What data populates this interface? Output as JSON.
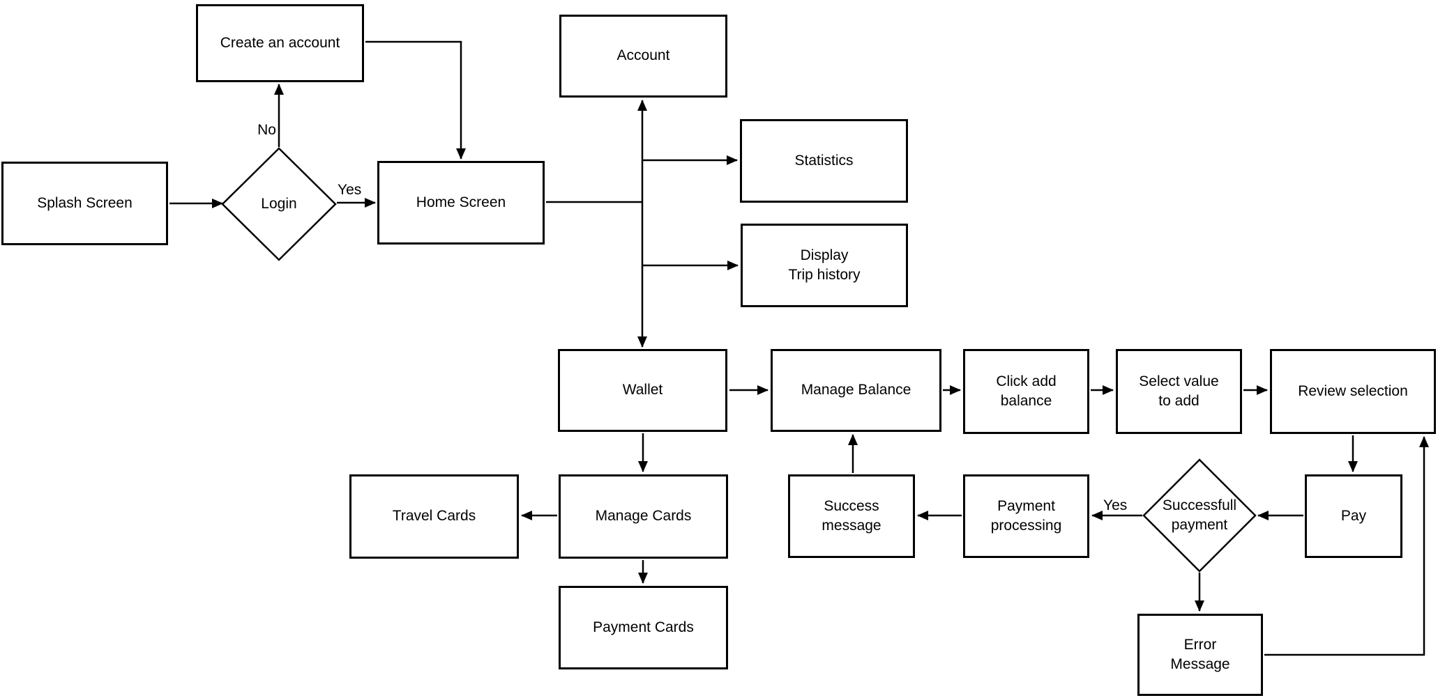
{
  "diagram": {
    "type": "flowchart",
    "colors": {
      "stroke": "#000000",
      "node_fill": "#ffffff",
      "background": "#ffffff",
      "text": "#000000"
    },
    "nodes": {
      "splash_screen": {
        "label": "Splash Screen",
        "shape": "rectangle"
      },
      "login": {
        "label": "Login",
        "shape": "diamond"
      },
      "create_account": {
        "label": "Create an account",
        "shape": "rectangle"
      },
      "home_screen": {
        "label": "Home Screen",
        "shape": "rectangle"
      },
      "account": {
        "label": "Account",
        "shape": "rectangle"
      },
      "statistics": {
        "label": "Statistics",
        "shape": "rectangle"
      },
      "display_trip_history": {
        "label": "Display\nTrip history",
        "shape": "rectangle"
      },
      "wallet": {
        "label": "Wallet",
        "shape": "rectangle"
      },
      "manage_balance": {
        "label": "Manage Balance",
        "shape": "rectangle"
      },
      "click_add_balance": {
        "label": "Click add\nbalance",
        "shape": "rectangle"
      },
      "select_value_to_add": {
        "label": "Select value\nto add",
        "shape": "rectangle"
      },
      "review_selection": {
        "label": "Review selection",
        "shape": "rectangle"
      },
      "pay": {
        "label": "Pay",
        "shape": "rectangle"
      },
      "successful_payment": {
        "label": "Successfull\npayment",
        "shape": "diamond"
      },
      "payment_processing": {
        "label": "Payment\nprocessing",
        "shape": "rectangle"
      },
      "success_message": {
        "label": "Success\nmessage",
        "shape": "rectangle"
      },
      "error_message": {
        "label": "Error\nMessage",
        "shape": "rectangle"
      },
      "travel_cards": {
        "label": "Travel Cards",
        "shape": "rectangle"
      },
      "manage_cards": {
        "label": "Manage Cards",
        "shape": "rectangle"
      },
      "payment_cards": {
        "label": "Payment Cards",
        "shape": "rectangle"
      }
    },
    "edge_labels": {
      "login_no": "No",
      "login_yes": "Yes",
      "payment_yes": "Yes"
    }
  }
}
